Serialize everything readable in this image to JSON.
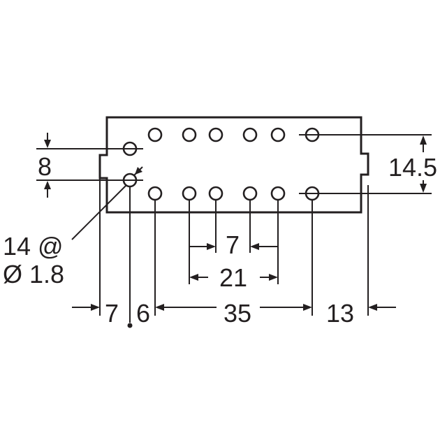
{
  "diagram": {
    "labels": {
      "row_pitch": "8",
      "overall_height": "14.5",
      "hole_count": "14 @",
      "hole_diameter": "Ø 1.8",
      "pin_pitch": "7",
      "span_three_pitch": "21",
      "left_edge_offset": "7",
      "first_pin_offset": "6",
      "pin_row_span": "35",
      "right_edge_offset": "13"
    },
    "pin_rows": [
      {
        "name": "top-row",
        "pins": 6
      },
      {
        "name": "bottom-row",
        "pins": 6
      },
      {
        "name": "offset-column",
        "pins": 2
      }
    ],
    "colors": {
      "ink": "#231f20",
      "background": "#ffffff"
    }
  }
}
